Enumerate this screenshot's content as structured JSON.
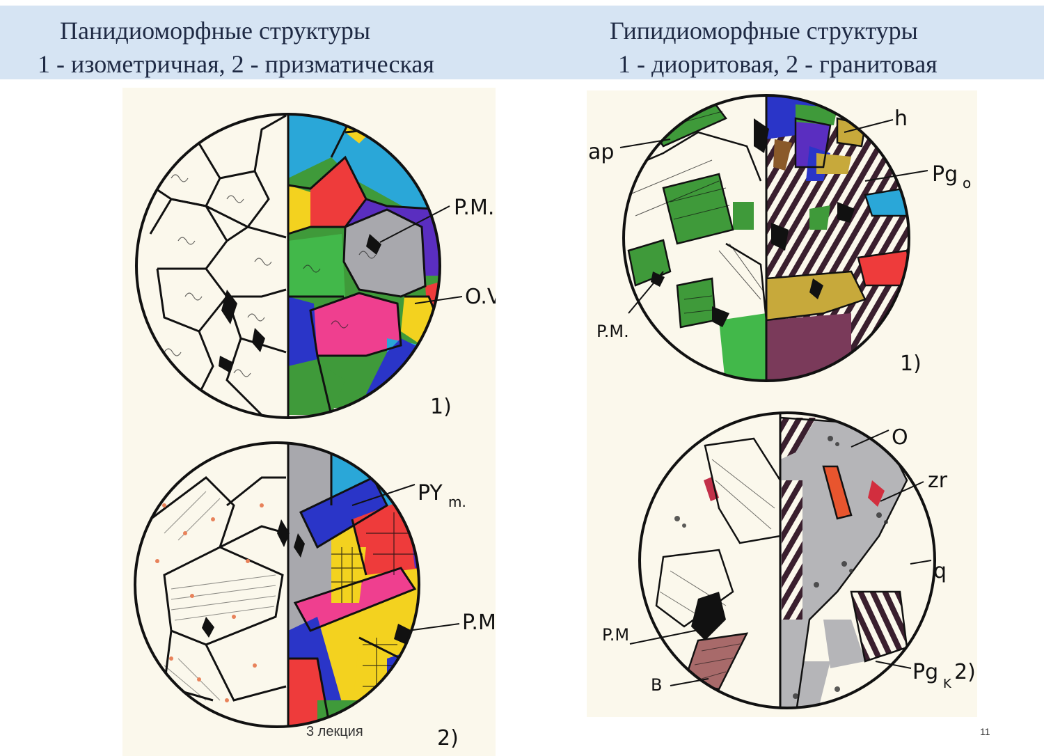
{
  "header": {
    "left_line1": "Панидиоморфные структуры",
    "left_line2": "1 - изометричная, 2 - призматическая",
    "right_line1": "Гипидиоморфные структуры",
    "right_line2": "1 - диоритовая, 2 - гранитовая"
  },
  "left_panel": {
    "top_labels": {
      "pm": "P.M.",
      "ov": "O.V.",
      "num": "1)"
    },
    "bottom_labels": {
      "py": "PY",
      "py_sub": "m.",
      "pm": "P.M",
      "num": "2)"
    }
  },
  "right_panel": {
    "top_labels": {
      "ap": "ap",
      "h": "h",
      "pg": "Pg",
      "pg_sub": "o",
      "pm": "P.M.",
      "num": "1)"
    },
    "bottom_labels": {
      "o": "O",
      "zr": "zr",
      "q": "q",
      "pm": "P.M",
      "b": "B",
      "pg": "Pg",
      "pg_sub": "K",
      "num": "2)"
    }
  },
  "footer": {
    "lecture": "3 лекция",
    "page": "11"
  },
  "colors": {
    "header_bg": "#d6e4f3",
    "paper": "#fbf8ec",
    "green": "#3f9a3a",
    "blue": "#2a35c8",
    "cyan": "#2aa7d8",
    "red": "#ee3b3b",
    "magenta": "#ef3f8f",
    "yellow": "#f3d21f",
    "purple": "#5a2ec0",
    "gray": "#a8a8ad"
  }
}
